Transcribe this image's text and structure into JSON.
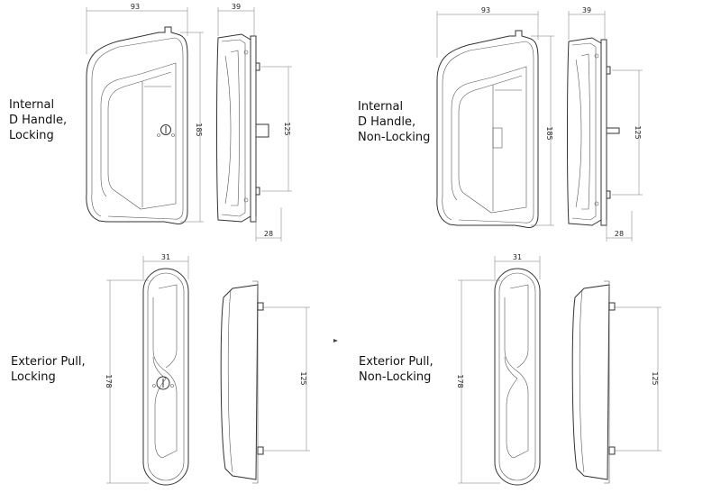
{
  "panels": {
    "d_locking": {
      "caption": [
        "Internal",
        "D Handle,",
        "Locking"
      ],
      "dims": {
        "width": "93",
        "depth": "39",
        "height": "185",
        "centers": "125",
        "spindle": "28"
      }
    },
    "d_nonlocking": {
      "caption": [
        "Internal",
        "D Handle,",
        "Non-Locking"
      ],
      "dims": {
        "width": "93",
        "depth": "39",
        "height": "185",
        "centers": "125",
        "spindle": "28"
      }
    },
    "pull_locking": {
      "caption": [
        "Exterior Pull,",
        "Locking"
      ],
      "dims": {
        "width": "31",
        "height": "178",
        "centers": "125"
      }
    },
    "pull_nonlocking": {
      "caption": [
        "Exterior Pull,",
        "Non-Locking"
      ],
      "dims": {
        "width": "31",
        "height": "178",
        "centers": "125"
      }
    }
  }
}
